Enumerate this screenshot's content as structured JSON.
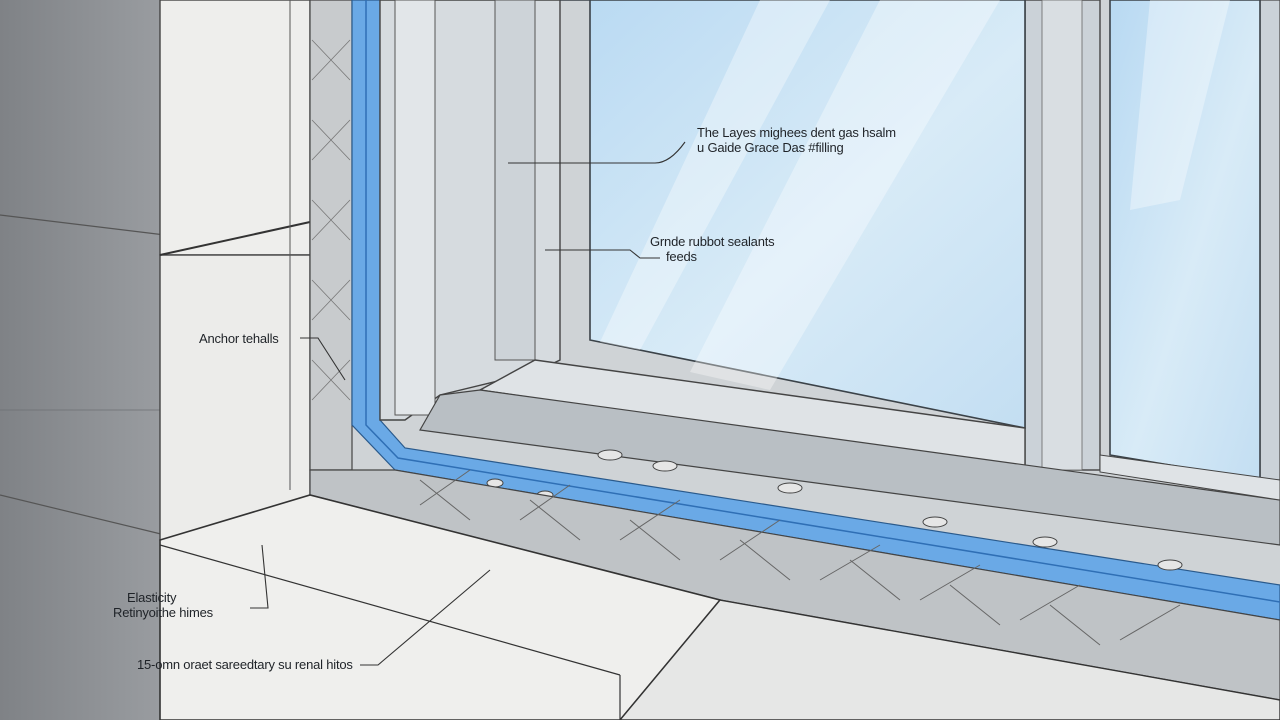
{
  "callouts": {
    "gas_filling": {
      "line1": "The Layes mighees dent gas hsalm",
      "line2": "u Gaide Grace Das #filling"
    },
    "rubber_sealants": {
      "line1": "Grnde rubbot sealants",
      "line2": "feeds"
    },
    "anchor": {
      "line1": "Anchor tehalls"
    },
    "elasticity": {
      "line1": "Elasticity",
      "line2": "Retinyoithe himes"
    },
    "sealant_15mm": {
      "line1": "15-omn oraet sareedtary su renal hitos"
    }
  },
  "colors": {
    "glass": "#cfe4f3",
    "frame": "#c9d0d6",
    "sealant_tape": "#5a9ee0",
    "concrete": "#e9eaea",
    "wall_dark": "#8c8f93"
  }
}
